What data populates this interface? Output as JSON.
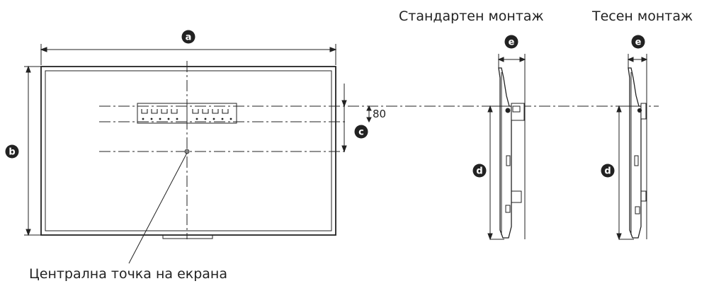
{
  "labels": {
    "standard_mount": "Стандартен монтаж",
    "slim_mount": "Тесен монтаж",
    "screen_center": "Централна точка на екрана",
    "bracket_offset": "80"
  },
  "callouts": {
    "a": "a",
    "b": "b",
    "c": "c",
    "d": "d",
    "e": "e"
  },
  "colors": {
    "line": "#222222",
    "badge": "#222222"
  }
}
